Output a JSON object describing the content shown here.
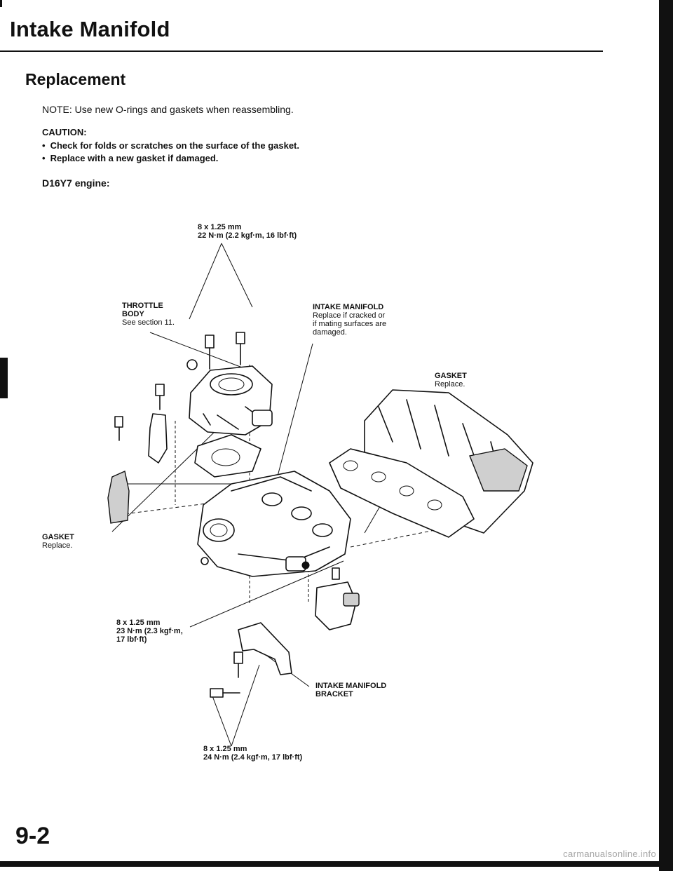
{
  "page": {
    "title": "Intake Manifold",
    "section": "Replacement",
    "note": "NOTE:  Use new O-rings and gaskets when reassembling.",
    "caution_title": "CAUTION:",
    "caution_items": [
      "Check for folds or scratches on the surface of the gasket.",
      "Replace with a new gasket if damaged."
    ],
    "engine": "D16Y7 engine:",
    "page_number": "9-2",
    "watermark": "carmanualsonline.info"
  },
  "callouts": {
    "top_bolt": {
      "size": "8 x 1.25 mm",
      "torque": "22 N·m (2.2 kgf·m, 16 lbf·ft)"
    },
    "throttle_body": {
      "name1": "THROTTLE",
      "name2": "BODY",
      "desc": "See section 11."
    },
    "intake_manifold": {
      "name": "INTAKE MANIFOLD",
      "desc1": "Replace if cracked or",
      "desc2": "if mating surfaces are",
      "desc3": "damaged."
    },
    "gasket_right": {
      "name": "GASKET",
      "desc": "Replace."
    },
    "gasket_left": {
      "name": "GASKET",
      "desc": "Replace."
    },
    "mid_bolt": {
      "size": "8 x 1.25 mm",
      "torque1": "23 N·m (2.3 kgf·m,",
      "torque2": "17 lbf·ft)"
    },
    "bracket": {
      "name1": "INTAKE MANIFOLD",
      "name2": "BRACKET"
    },
    "bottom_bolt": {
      "size": "8 x 1.25 mm",
      "torque": "24 N·m (2.4 kgf·m, 17 lbf·ft)"
    }
  }
}
